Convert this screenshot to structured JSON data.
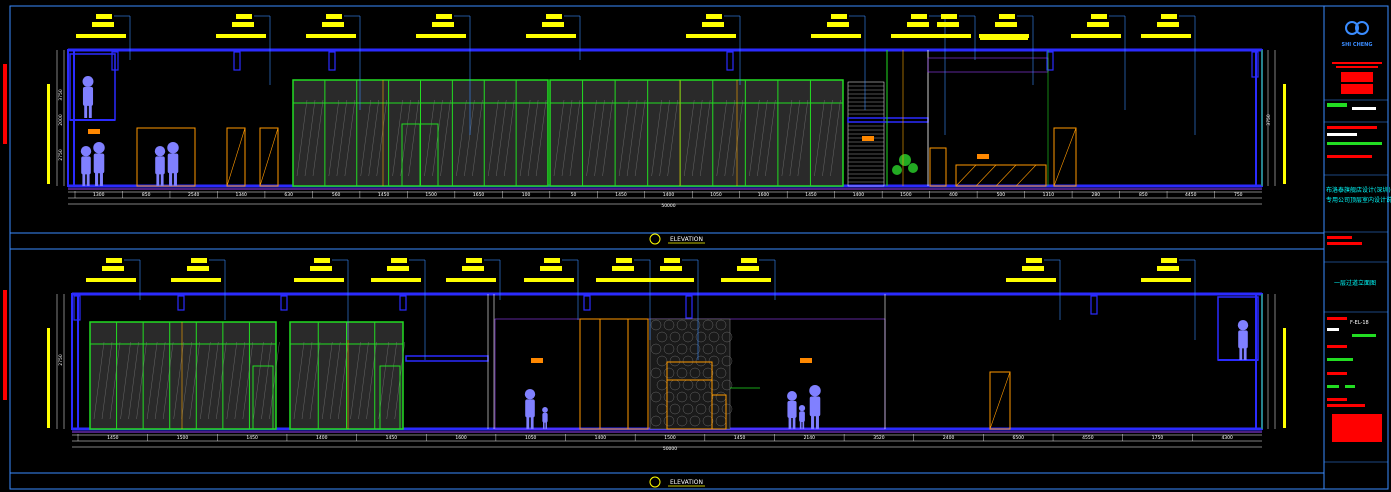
{
  "title_block": {
    "logo_text": "SHI CHENG",
    "project_line_1": "布洛泰旗舰店设计(深圳)",
    "project_line_2": "专用公司顶层室内设计说明",
    "drawing_name": "一层过道立面图",
    "drawing_number": "F-EL-18"
  },
  "elevations": [
    {
      "id": "upper",
      "caption": "ELEVATION",
      "total_dimension": "50000"
    },
    {
      "id": "lower",
      "caption": "ELEVATION",
      "total_dimension": "50000"
    }
  ],
  "upper_dimensions": [
    "1300",
    "850",
    "2540",
    "1340",
    "630",
    "560",
    "1450",
    "1500",
    "1650",
    "100",
    "50",
    "1450",
    "1400",
    "1050",
    "1600",
    "1450",
    "1400",
    "1500",
    "400",
    "500",
    "1310",
    "280",
    "850",
    "4450",
    "750"
  ],
  "lower_dimensions": [
    "1450",
    "1500",
    "1450",
    "1400",
    "1450",
    "1600",
    "1050",
    "1400",
    "1500",
    "1450",
    "2140",
    "3520",
    "2400",
    "6500",
    "4550",
    "1750",
    "4300"
  ],
  "height_labels": [
    "3750",
    "2000",
    "2750",
    "3750",
    "2750"
  ],
  "colors": {
    "background": "#000000",
    "frame": "#2b2bff",
    "glass": "#22dd22",
    "tag": "#ffff00",
    "wood": "#ff9900",
    "figure": "#8080ff",
    "leader": "#3a8cff"
  }
}
